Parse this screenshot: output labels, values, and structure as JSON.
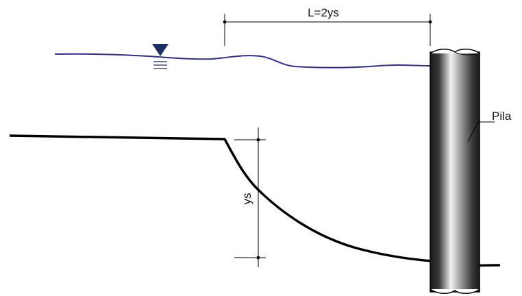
{
  "labels": {
    "length": "L=2ys",
    "depth": "ys",
    "pier": "Pila"
  },
  "colors": {
    "water": "#2e2e8c",
    "water_symbol": "#1c2f5e",
    "ground": "#000000",
    "pier_dark": "#1a1a1a",
    "pier_light": "#f2f2f2"
  },
  "icons": {
    "water_level": "inverted-triangle-water-level-icon"
  }
}
